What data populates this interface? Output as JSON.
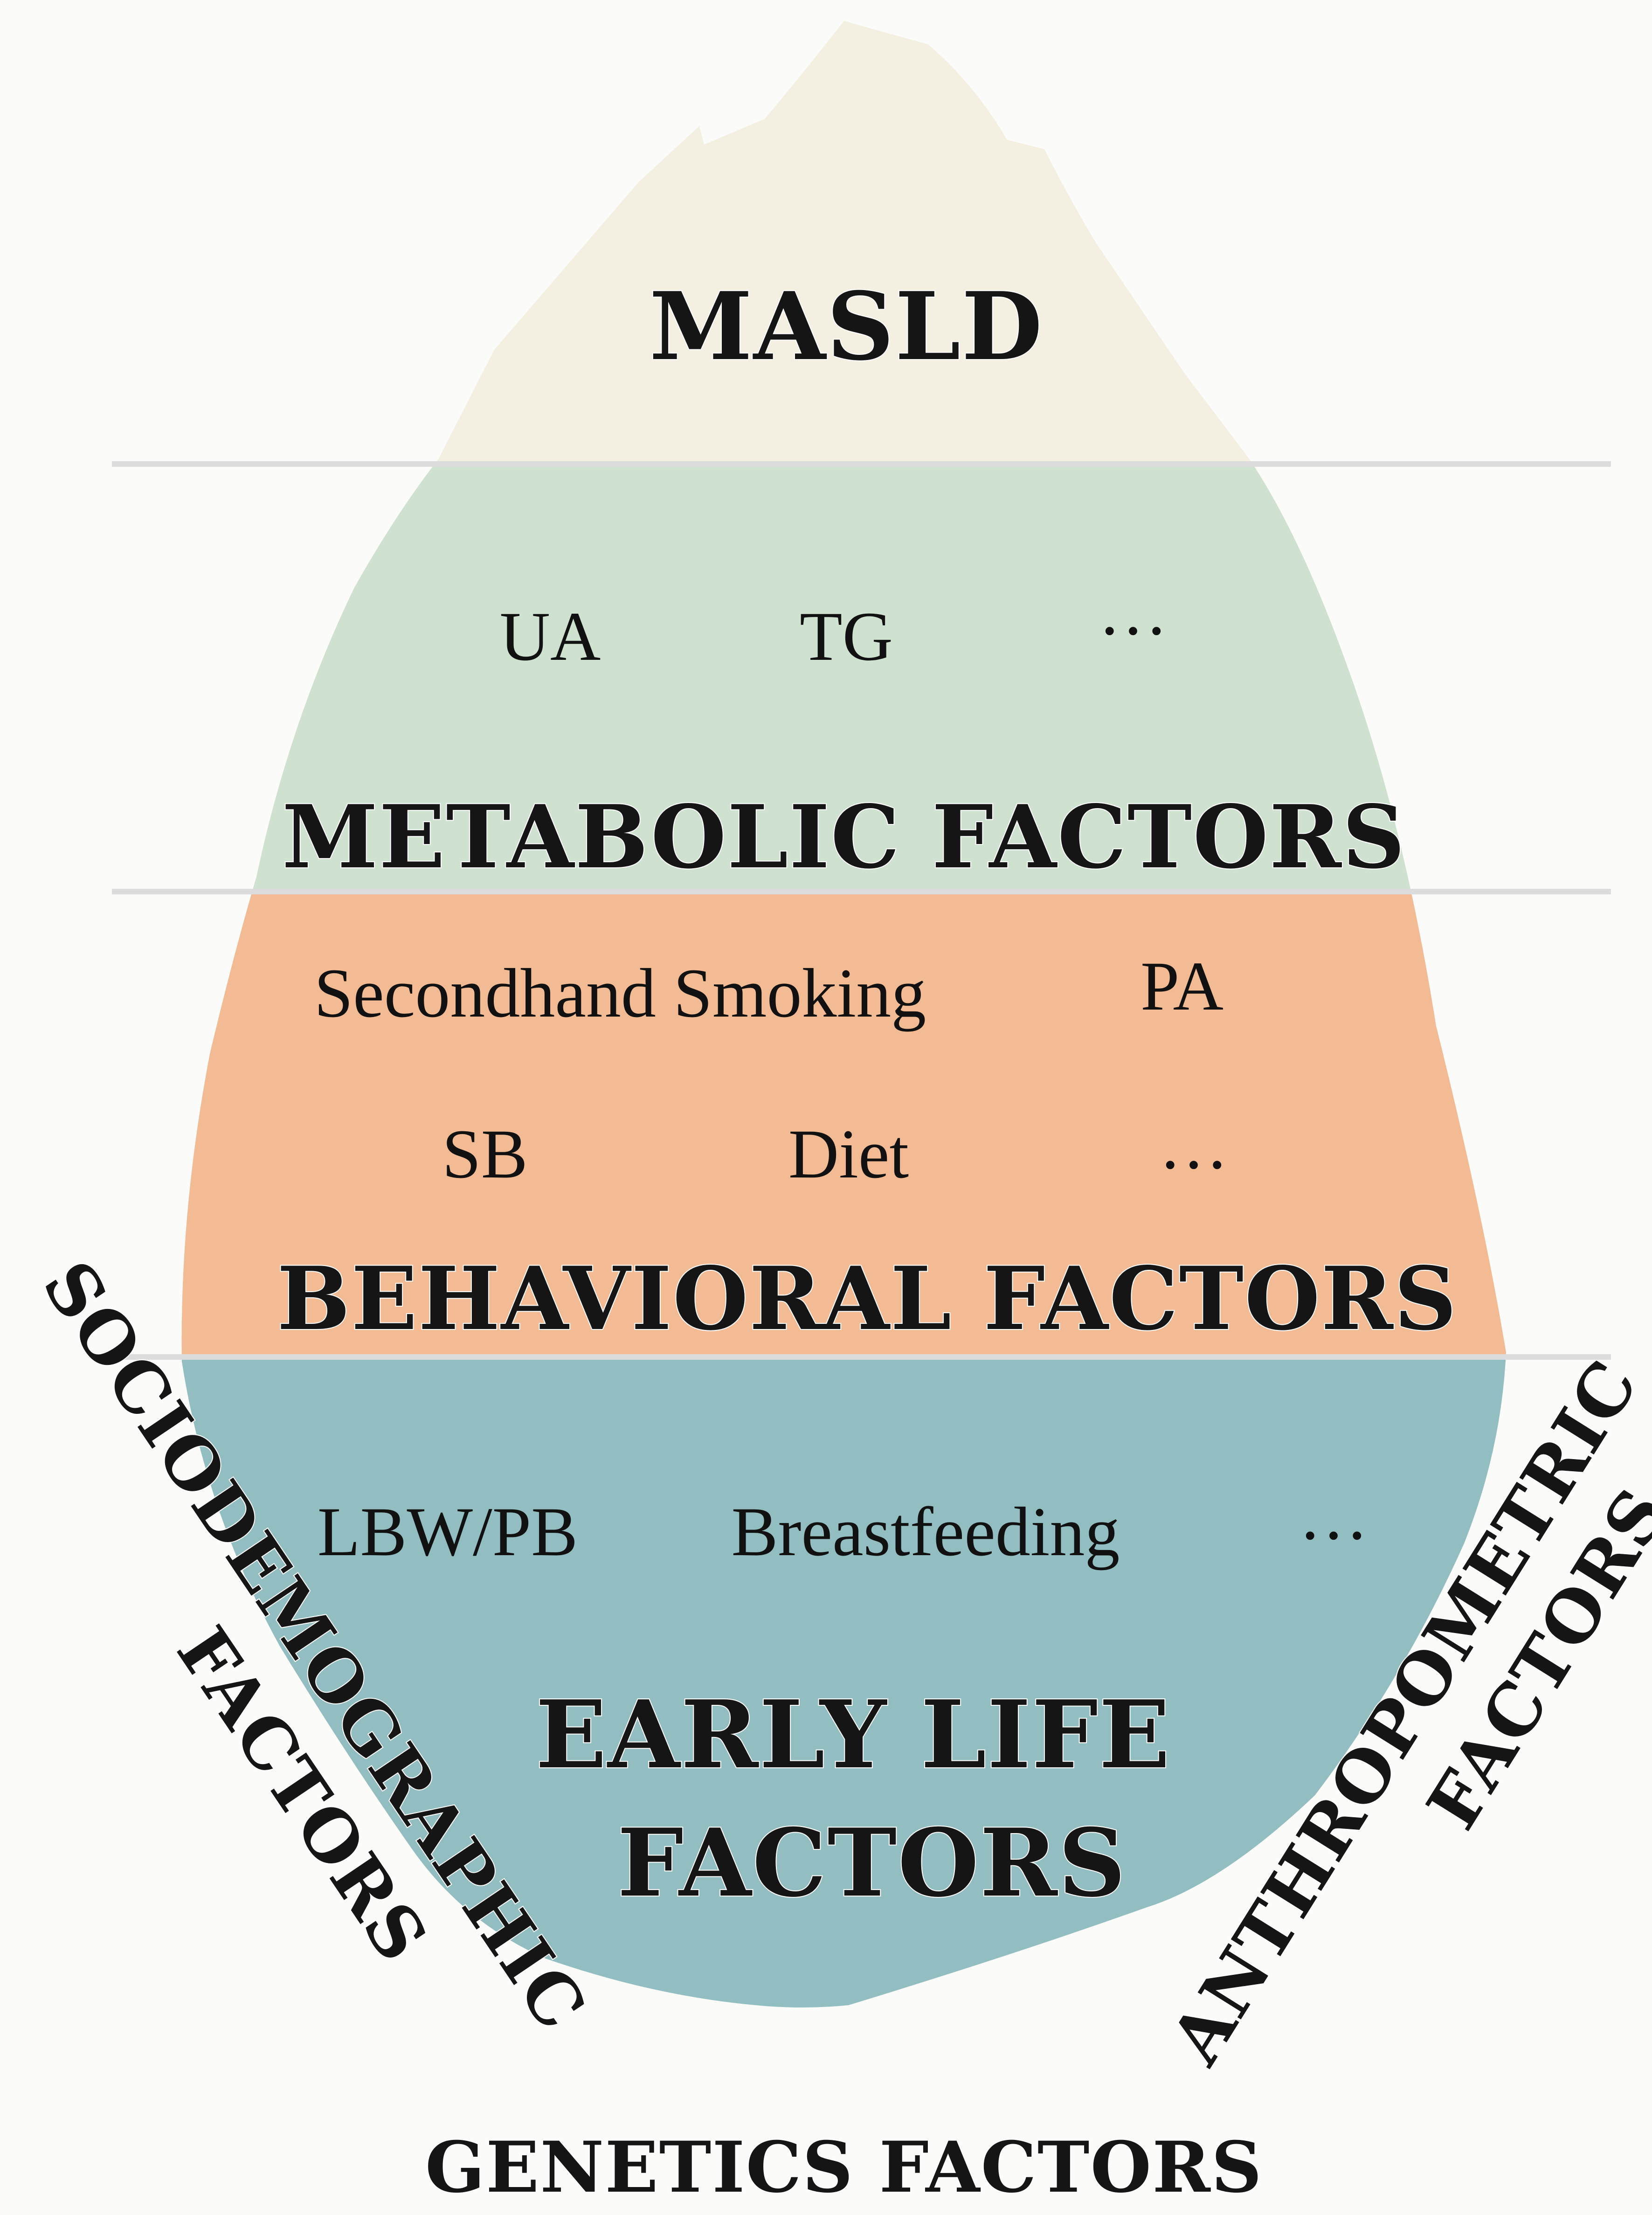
{
  "colors": {
    "background": "#fbfbf9",
    "tip": "#f3efe1",
    "metabolic": "#cfe2d0",
    "behavioral": "#f2bb93",
    "early_life": "#93bec1",
    "divider": "#dcdcdc"
  },
  "tip": {
    "title": "MASLD"
  },
  "metabolic": {
    "items": [
      "UA",
      "TG",
      "…"
    ],
    "title": "METABOLIC FACTORS"
  },
  "behavioral": {
    "items_row1": [
      "Secondhand Smoking",
      "PA"
    ],
    "items_row2": [
      "SB",
      "Diet",
      "…"
    ],
    "title": "BEHAVIORAL FACTORS"
  },
  "early_life": {
    "items": [
      "LBW/PB",
      "Breastfeeding",
      "…"
    ],
    "title_line1": "EARLY LIFE",
    "title_line2": "FACTORS"
  },
  "left_side": {
    "line1": "SOCIODEMOGRAPHIC",
    "line2": "FACTORS"
  },
  "right_side": {
    "line1": "ANTHROPOMETRIC",
    "line2": "FACTORS"
  },
  "bottom": {
    "title": "GENETICS FACTORS"
  }
}
